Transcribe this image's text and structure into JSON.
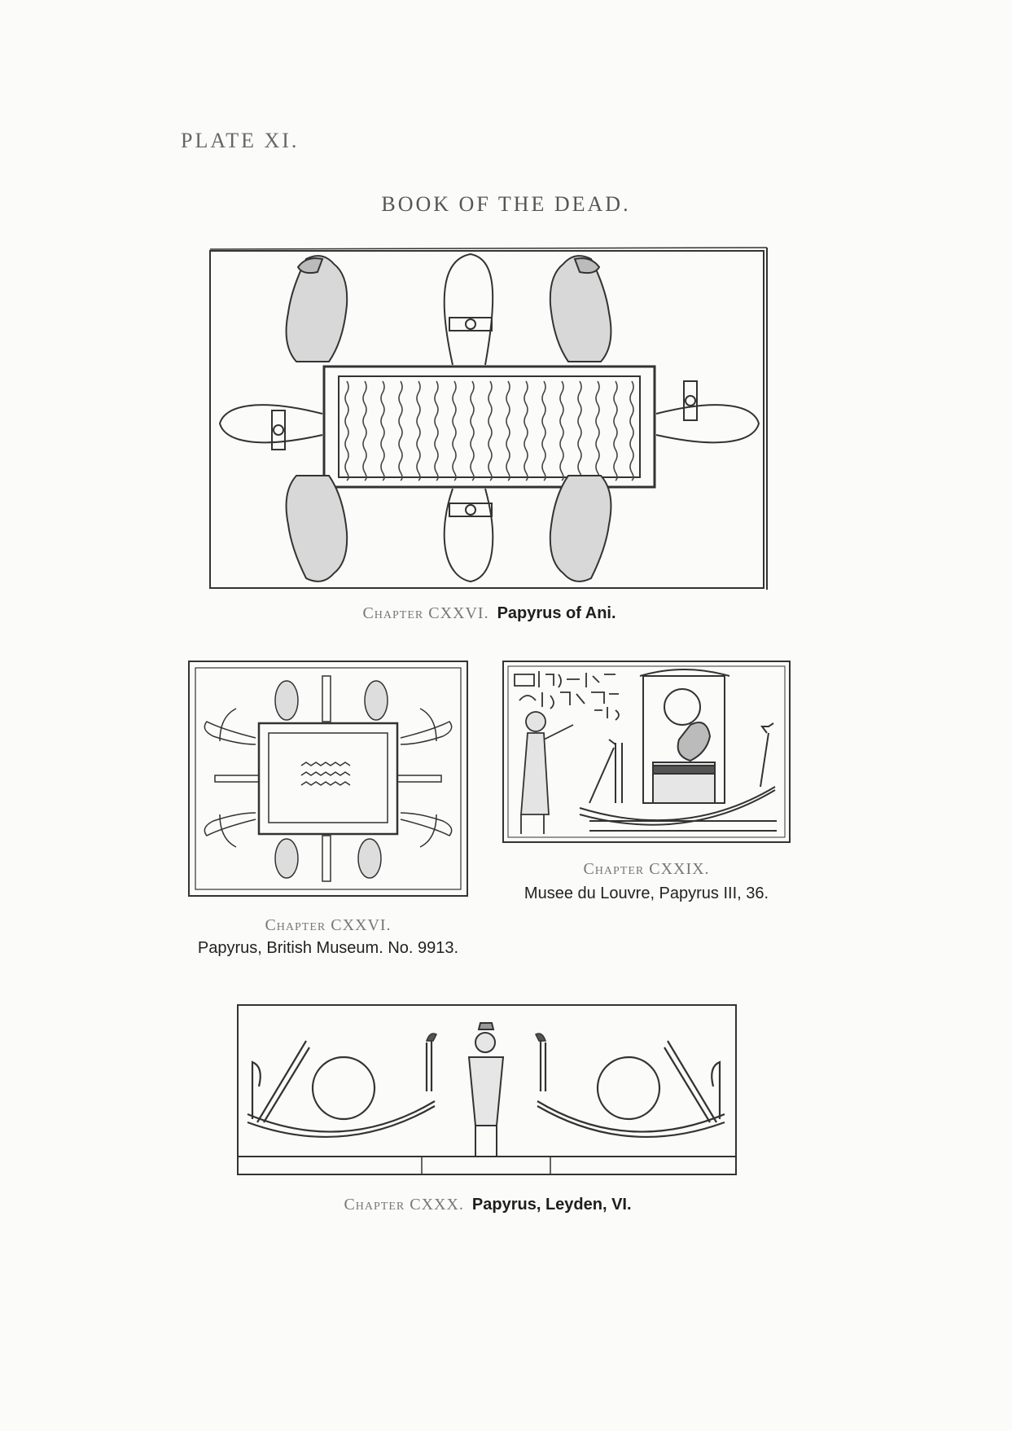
{
  "plate": {
    "number": "PLATE XI.",
    "title": "BOOK OF THE DEAD."
  },
  "figures": [
    {
      "chapter": "Chapter CXXVI.",
      "source": "Papyrus of Ani.",
      "subject": "lake-of-fire-with-baboons-and-torches"
    },
    {
      "chapter": "Chapter CXXVI.",
      "source": "Papyrus, British Museum.  No. 9913.",
      "subject": "lake-of-fire-simplified"
    },
    {
      "chapter": "Chapter CXXIX.",
      "source": "Musee du Louvre, Papyrus III, 36.",
      "subject": "deceased-before-solar-boat"
    },
    {
      "chapter": "Chapter CXXX.",
      "source": "Papyrus, Leyden, VI.",
      "subject": "deceased-between-two-solar-boats"
    }
  ]
}
